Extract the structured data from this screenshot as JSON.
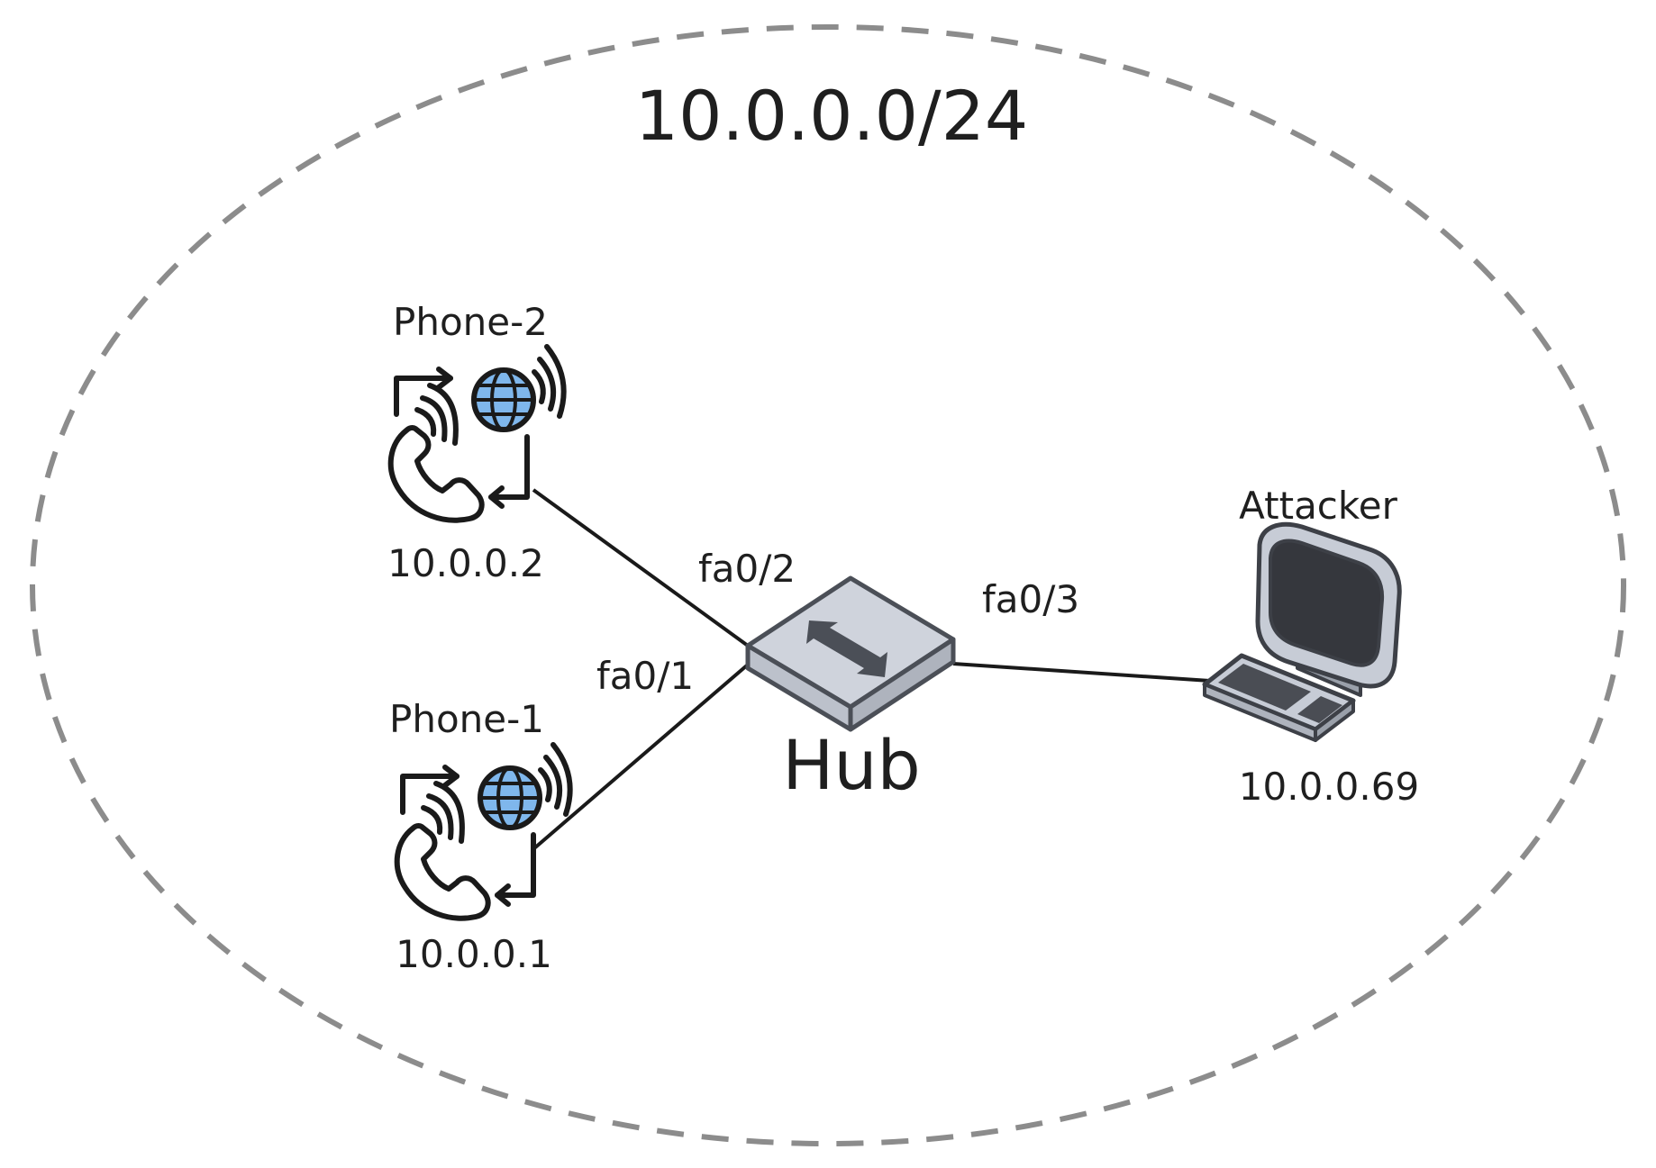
{
  "subnet": {
    "label": "10.0.0.0/24"
  },
  "hub": {
    "label": "Hub",
    "icon": "hub-icon"
  },
  "devices": {
    "phone2": {
      "name": "Phone-2",
      "ip": "10.0.0.2",
      "icon": "voip-phone-icon"
    },
    "phone1": {
      "name": "Phone-1",
      "ip": "10.0.0.1",
      "icon": "voip-phone-icon"
    },
    "attacker": {
      "name": "Attacker",
      "ip": "10.0.0.69",
      "icon": "workstation-icon"
    }
  },
  "links": [
    {
      "from": "hub",
      "to": "phone2",
      "port": "fa0/2"
    },
    {
      "from": "hub",
      "to": "phone1",
      "port": "fa0/1"
    },
    {
      "from": "hub",
      "to": "attacker",
      "port": "fa0/3"
    }
  ],
  "colors": {
    "boundary": "#8c8c8c",
    "line": "#1a1a1a",
    "hub_top": "#cfd3dc",
    "hub_side": "#bcc1cb",
    "hub_stroke": "#4b4f57",
    "globe": "#7fb7ec",
    "monitor_screen": "#35373d",
    "monitor_body": "#c7ccd6"
  }
}
